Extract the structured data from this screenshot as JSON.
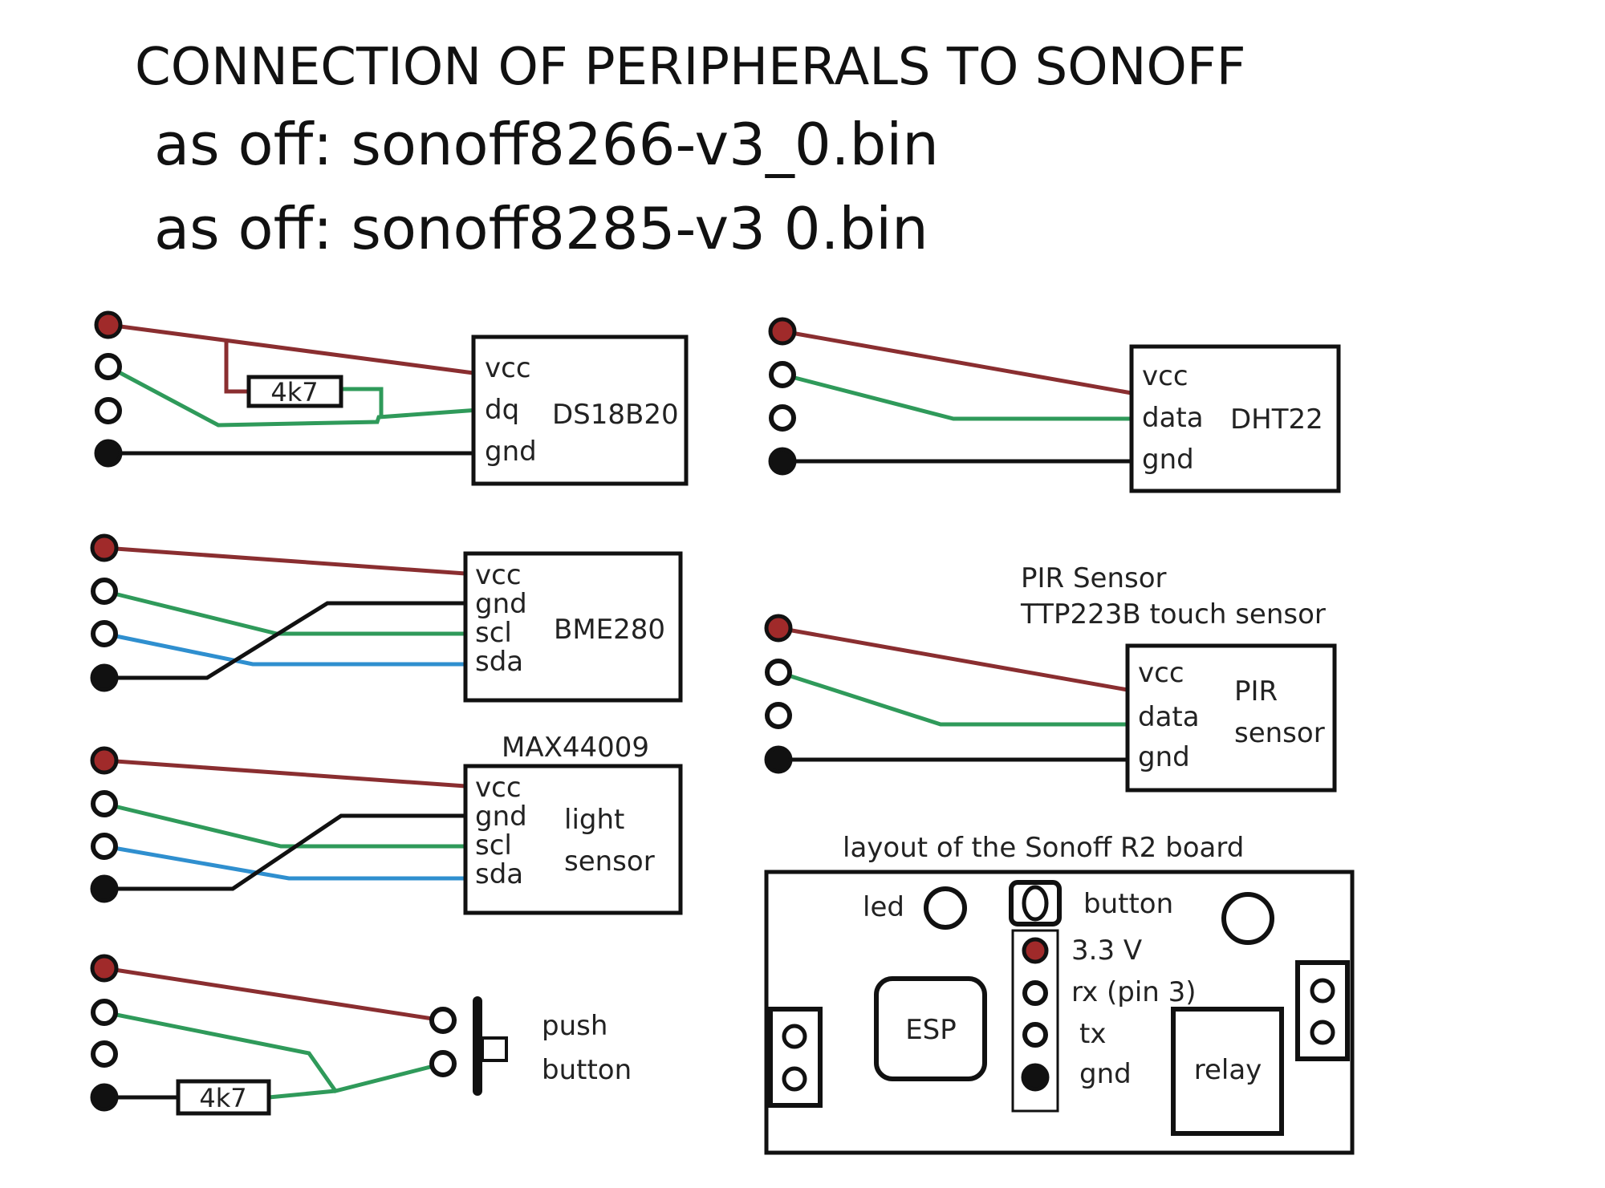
{
  "header": {
    "title": "CONNECTION OF PERIPHERALS TO SONOFF",
    "line1": "as off: sonoff8266-v3_0.bin",
    "line2": "as off: sonoff8285-v3  0.bin"
  },
  "ds18b20": {
    "name": "DS18B20",
    "pins": [
      "vcc",
      "dq",
      "gnd"
    ],
    "resistor": "4k7"
  },
  "dht22": {
    "name": "DHT22",
    "pins": [
      "vcc",
      "data",
      "gnd"
    ]
  },
  "bme280": {
    "name": "BME280",
    "pins": [
      "vcc",
      "gnd",
      "scl",
      "sda"
    ]
  },
  "pir": {
    "caption1": "PIR Sensor",
    "caption2": "TTP223B touch sensor",
    "name1": "PIR",
    "name2": "sensor",
    "pins": [
      "vcc",
      "data",
      "gnd"
    ]
  },
  "max44009": {
    "caption": "MAX44009",
    "name1": "light",
    "name2": "sensor",
    "pins": [
      "vcc",
      "gnd",
      "scl",
      "sda"
    ]
  },
  "pushbutton": {
    "name1": "push",
    "name2": "button",
    "resistor": "4k7"
  },
  "board": {
    "caption": "layout of the Sonoff  R2  board",
    "led": "led",
    "button": "button",
    "esp": "ESP",
    "relay": "relay",
    "pins": [
      "3.3 V",
      "rx (pin 3)",
      "tx",
      "gnd"
    ]
  },
  "colors": {
    "vcc": "#8a2e30",
    "data": "#2f9a5a",
    "sda": "#2f8fcf",
    "gnd": "#111111"
  }
}
